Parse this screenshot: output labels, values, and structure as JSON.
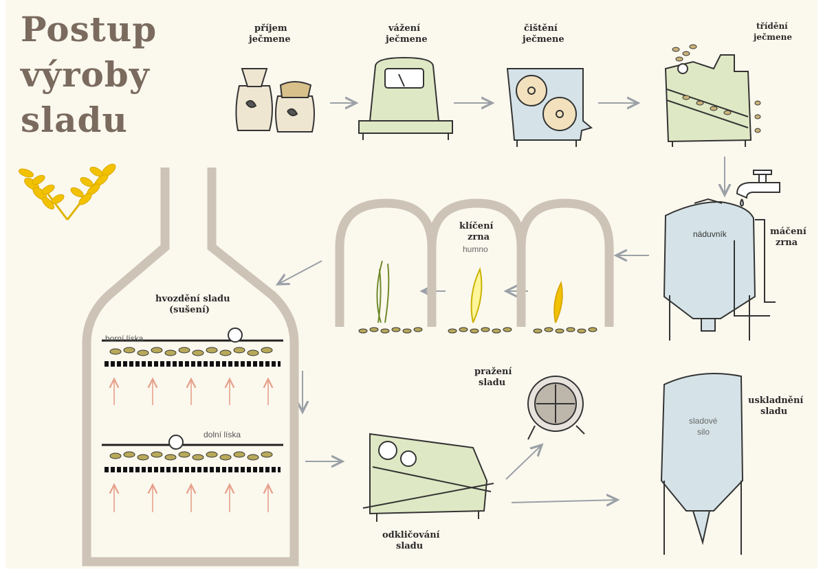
{
  "title": {
    "line1": "Postup",
    "line2": "výroby",
    "line3": "sladu"
  },
  "steps": {
    "prijem": {
      "line1": "příjem",
      "line2": "ječmene"
    },
    "vazeni": {
      "line1": "vážení",
      "line2": "ječmene"
    },
    "cisteni": {
      "line1": "čištění",
      "line2": "ječmene"
    },
    "trideni": {
      "line1": "třídění",
      "line2": "ječmene"
    },
    "maceni": {
      "line1": "máčení",
      "line2": "zrna"
    },
    "kliceni": {
      "line1": "klíčení",
      "line2": "zrna",
      "sub": "humno"
    },
    "hvozdeni": {
      "line1": "hvozdění sladu",
      "line2": "(sušení)"
    },
    "odklicovani": {
      "line1": "odkličování",
      "line2": "sladu"
    },
    "prazeni": {
      "line1": "pražení",
      "line2": "sladu"
    },
    "uskladneni": {
      "line1": "uskladnění",
      "line2": "sladu"
    }
  },
  "equipment": {
    "naduvnik": "náduvník",
    "horni_liska": "horní líska",
    "dolni_liska": "dolní líska",
    "silo_line1": "sladové",
    "silo_line2": "silo"
  },
  "colors": {
    "background": "#fbf8ee",
    "title": "#7a6b5e",
    "kiln_wall": "#cdc3b7",
    "arrow": "#9aa0a6",
    "machine_green": "#dfe8c4",
    "tank_blue": "#d5e3e8",
    "grain_yellow": "#f2c200",
    "heat_arrow": "#e6a08a"
  }
}
